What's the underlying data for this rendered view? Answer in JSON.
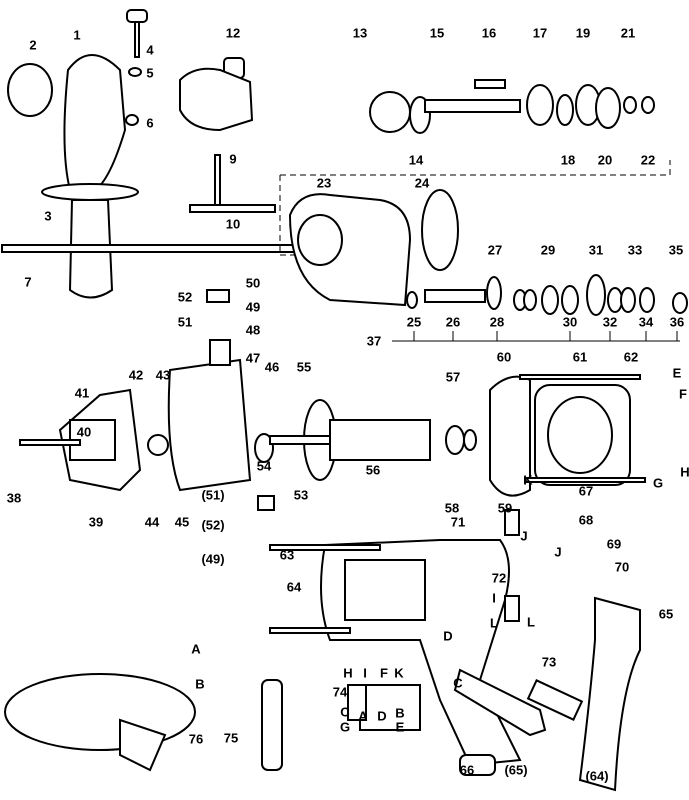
{
  "diagram": {
    "title": "",
    "callouts": [
      "1",
      "2",
      "4",
      "5",
      "6",
      "3",
      "7",
      "12",
      "9",
      "10",
      "13",
      "15",
      "16",
      "17",
      "19",
      "21",
      "14",
      "18",
      "20",
      "22",
      "23",
      "24",
      "27",
      "29",
      "31",
      "33",
      "35",
      "25",
      "26",
      "28",
      "30",
      "32",
      "34",
      "36",
      "37",
      "50",
      "52",
      "49",
      "51",
      "48",
      "47",
      "42",
      "43",
      "41",
      "46",
      "55",
      "40",
      "38",
      "39",
      "44",
      "45",
      "54",
      "56",
      "57",
      "60",
      "61",
      "62",
      "E",
      "F",
      "58",
      "59",
      "H",
      "G",
      "K",
      "67",
      "(51)",
      "(52)",
      "53",
      "(49)",
      "71",
      "J",
      "68",
      "J",
      "69",
      "70",
      "63",
      "64",
      "72",
      "I",
      "L",
      "L",
      "D",
      "65",
      "A",
      "B",
      "H",
      "I",
      "F",
      "K",
      "73",
      "74",
      "C",
      "A",
      "D",
      "B",
      "G",
      "E",
      "C",
      "76",
      "75",
      "66",
      "(65)",
      "(64)"
    ]
  }
}
